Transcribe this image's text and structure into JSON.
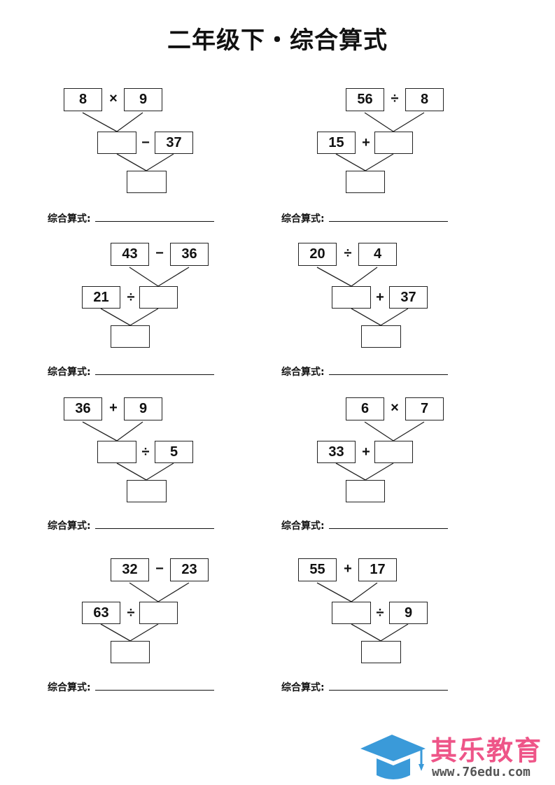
{
  "title": "二年级下・综合算式",
  "formula_label": "综合算式:",
  "problems": [
    {
      "type": "A",
      "top": [
        "8",
        "9"
      ],
      "top_op": "×",
      "mid_op": "−",
      "mid_num": "37"
    },
    {
      "type": "B",
      "top": [
        "56",
        "8"
      ],
      "top_op": "÷",
      "mid_op": "+",
      "mid_num": "15"
    },
    {
      "type": "B",
      "top": [
        "43",
        "36"
      ],
      "top_op": "−",
      "mid_op": "÷",
      "mid_num": "21"
    },
    {
      "type": "A",
      "top": [
        "20",
        "4"
      ],
      "top_op": "÷",
      "mid_op": "+",
      "mid_num": "37"
    },
    {
      "type": "A",
      "top": [
        "36",
        "9"
      ],
      "top_op": "+",
      "mid_op": "÷",
      "mid_num": "5"
    },
    {
      "type": "B",
      "top": [
        "6",
        "7"
      ],
      "top_op": "×",
      "mid_op": "+",
      "mid_num": "33"
    },
    {
      "type": "B",
      "top": [
        "32",
        "23"
      ],
      "top_op": "−",
      "mid_op": "÷",
      "mid_num": "63"
    },
    {
      "type": "A",
      "top": [
        "55",
        "17"
      ],
      "top_op": "+",
      "mid_op": "÷",
      "mid_num": "9"
    }
  ],
  "logo": {
    "name": "其乐教育",
    "url": "www.76edu.com",
    "color": "#ee5588",
    "cap_color": "#3a9ad9"
  }
}
